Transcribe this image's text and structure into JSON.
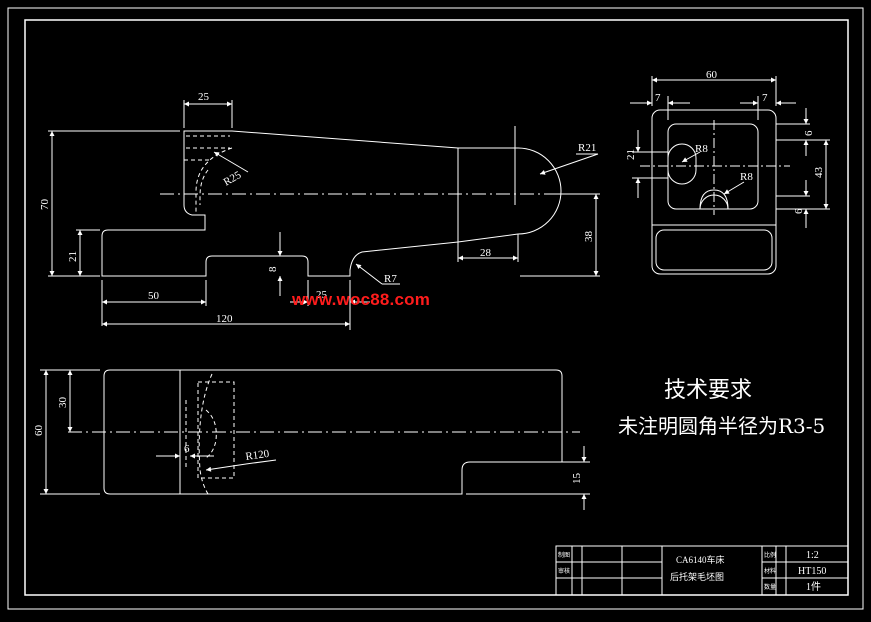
{
  "dimensions": {
    "front_top_width": "25",
    "front_height": "70",
    "front_radius_25": "R25",
    "front_radius_21": "R21",
    "front_left_step": "21",
    "front_right_height": "38",
    "front_slot_depth": "8",
    "front_slot_width": "25",
    "front_radius_7": "R7",
    "front_tip_width": "28",
    "front_offset_50": "50",
    "front_length_120": "120",
    "side_width": "60",
    "side_left_margin": "7",
    "side_right_margin": "7",
    "side_slot_height": "21",
    "side_top_wall": "6",
    "side_inner_height": "43",
    "side_bottom_wall": "6",
    "side_radius_8a": "R8",
    "side_radius_8b": "R8",
    "plan_height": "60",
    "plan_half": "30",
    "plan_small": "6",
    "plan_radius": "R120",
    "plan_step": "15"
  },
  "technical_requirements": {
    "title": "技术要求",
    "note": "未注明圆角半径为R3-5"
  },
  "watermark": "www.woc88.com",
  "title_block": {
    "row1_label": "制图",
    "row2_label": "审核",
    "part_name_1": "CA6140车床",
    "part_name_2": "后托架毛坯图",
    "scale_label": "比例",
    "scale": "1:2",
    "material_label": "材料",
    "material": "HT150",
    "quantity_label": "数量",
    "quantity": "1件"
  },
  "colors": {
    "background": "#000000",
    "lines": "#ffffff",
    "watermark": "#ff1c1c"
  }
}
